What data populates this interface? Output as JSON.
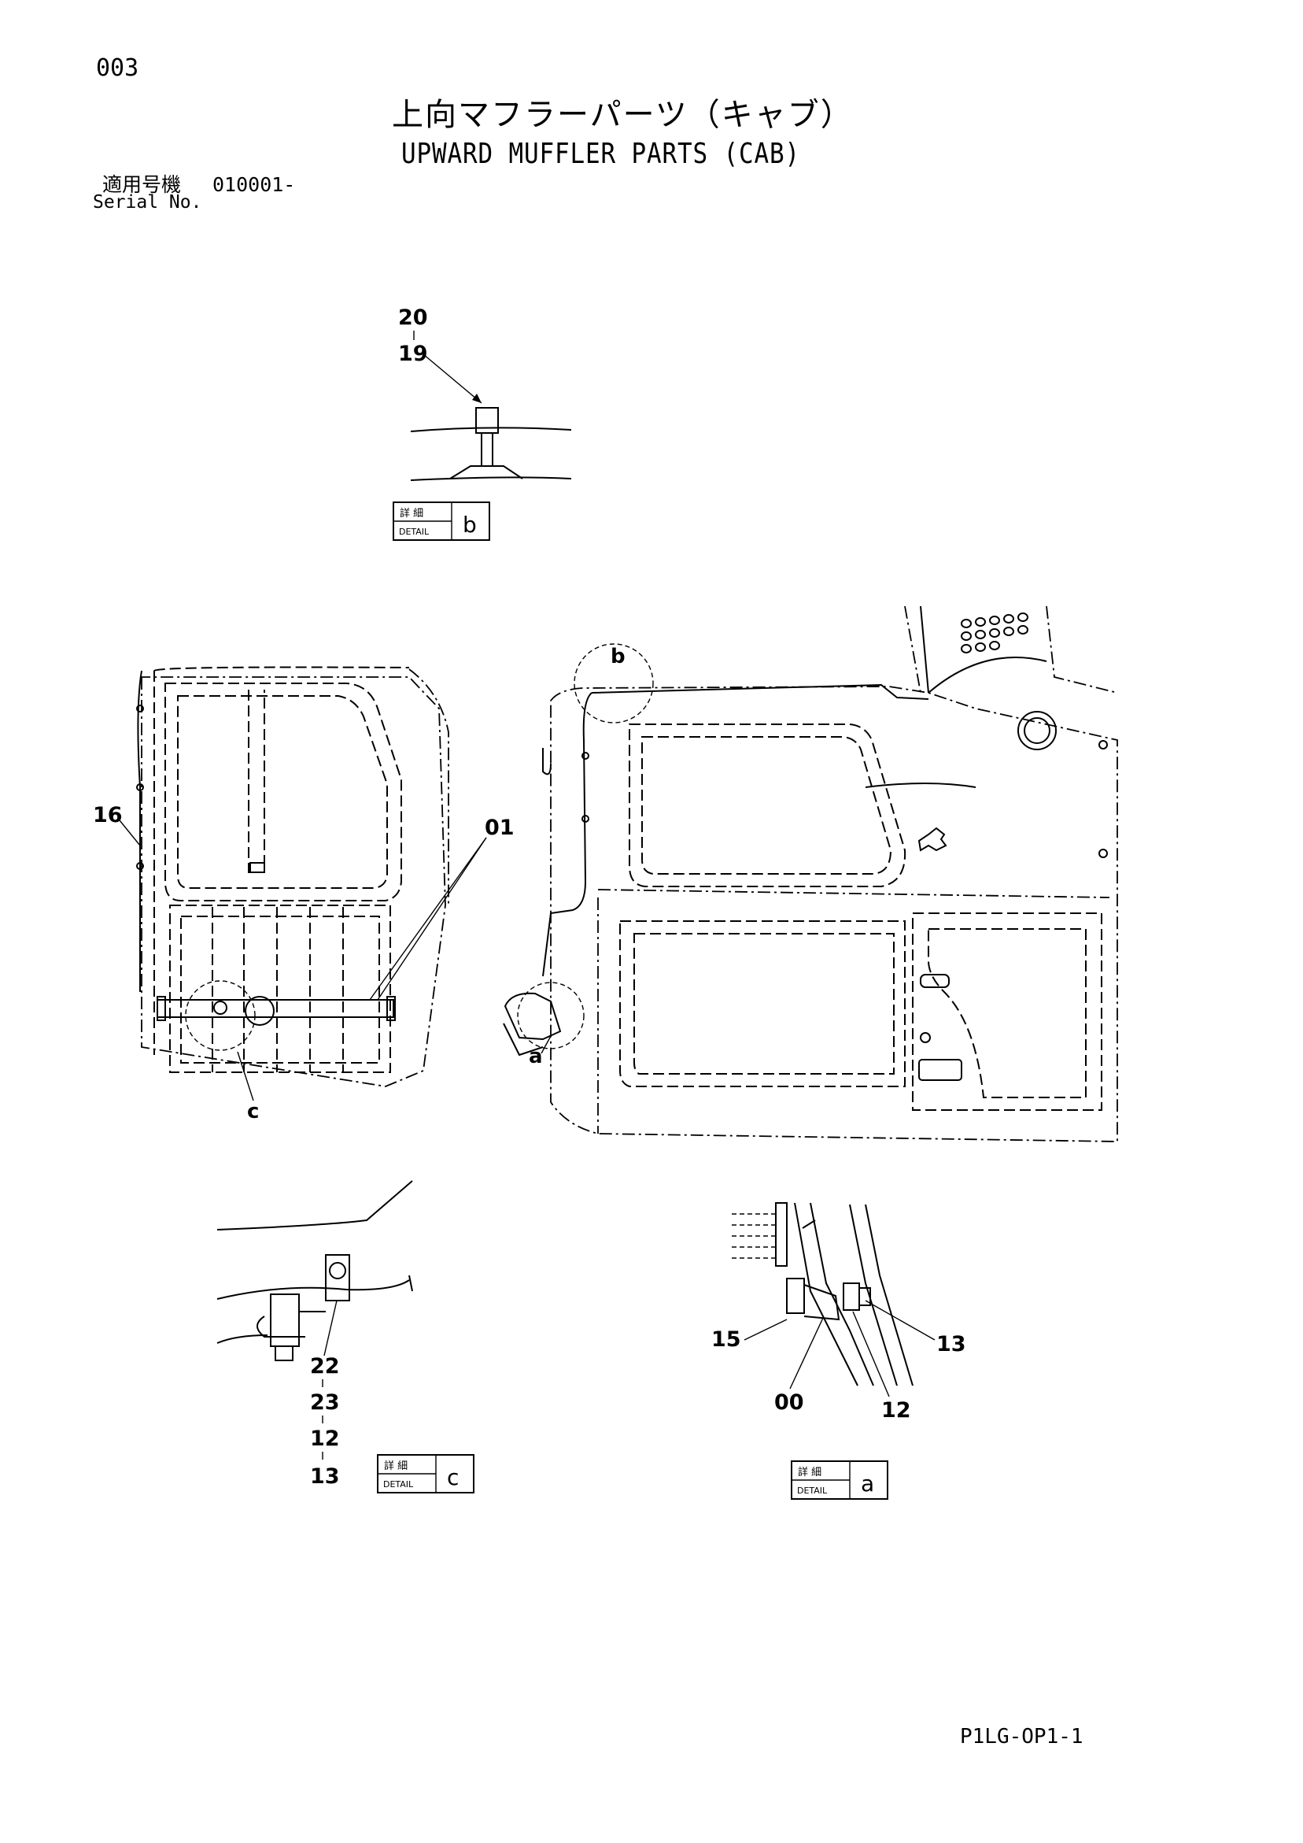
{
  "header": {
    "page_number": "003",
    "title_jp": "上向マフラーパーツ（キャブ）",
    "title_en": "UPWARD MUFFLER PARTS (CAB)",
    "serial_label_jp": "適用号機",
    "serial_value": "010001-",
    "serial_label_en": "Serial No."
  },
  "footer": {
    "drawing_code": "P1LG-OP1-1"
  },
  "details": [
    {
      "id": "b",
      "label_jp": "詳 細",
      "label_en": "DETAIL",
      "letter": "b",
      "callouts": [
        "20",
        "19"
      ]
    },
    {
      "id": "c",
      "label_jp": "詳 細",
      "label_en": "DETAIL",
      "letter": "c",
      "callouts": [
        "22",
        "23",
        "12",
        "13"
      ]
    },
    {
      "id": "a",
      "label_jp": "詳 細",
      "label_en": "DETAIL",
      "letter": "a",
      "callouts": [
        "15",
        "00",
        "12",
        "13"
      ]
    }
  ],
  "main_view": {
    "callouts": [
      "16",
      "01"
    ],
    "detail_markers": [
      "b",
      "a",
      "c"
    ]
  }
}
